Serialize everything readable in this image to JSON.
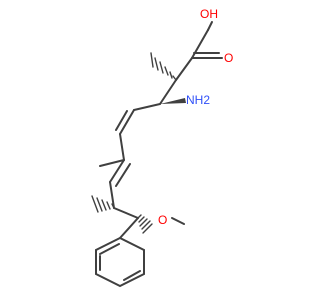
{
  "structure": {
    "colors": {
      "bond": "#404040",
      "oxygen": "#ff0000",
      "nitrogen": "#3050f8",
      "background": "#ffffff"
    },
    "atom_labels": {
      "oh": "OH",
      "carbonyl_o": "O",
      "amine": "NH2",
      "methoxy_o": "O"
    }
  }
}
